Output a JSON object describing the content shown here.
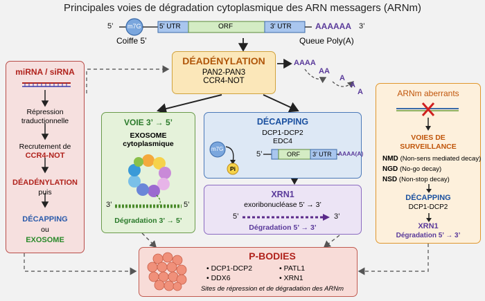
{
  "title": "Principales voies de dégradation cytoplasmique des ARN messagers (ARNm)",
  "mrna": {
    "five_prime": "5’",
    "cap": "m7G",
    "utr5": "5’ UTR",
    "orf": "ORF",
    "utr3": "3’ UTR",
    "polya": "AAAAAA",
    "three_prime": "3’",
    "cap_label": "Coiffe 5’",
    "polya_label": "Queue Poly(A)"
  },
  "deadenylation": {
    "title": "DÉADÉNYLATION",
    "line1": "PAN2-PAN3",
    "line2": "CCR4-NOT",
    "tail1": "AAAA",
    "tail2": "AA",
    "tail3": "A",
    "tail4": "A",
    "tail5": "A"
  },
  "mirna": {
    "title": "miRNA / siRNA",
    "step1": "Répression",
    "step1b": "traductionnelle",
    "step2": "Recrutement de",
    "step2b": "CCR4-NOT",
    "step3": "DÉADÉNYLATION",
    "step3b": "puis",
    "step4": "DÉCAPPING",
    "step4b": "ou",
    "step5": "EXOSOME"
  },
  "voie35": {
    "title": "VOIE 3’ → 5’",
    "sub1": "EXOSOME",
    "sub2": "cytoplasmique",
    "end3": "3’",
    "end5": "5’",
    "result": "Dégradation 3’ → 5’"
  },
  "decapping": {
    "title": "DÉCAPPING",
    "line1": "DCP1-DCP2",
    "line2": "EDC4",
    "cap": "m7G",
    "pi": "Pi",
    "five": "5’",
    "orf": "ORF",
    "utr3": "3’ UTR",
    "tail": "AAAA(A)"
  },
  "xrn1": {
    "title": "XRN1",
    "sub": "exoribonucléase 5’ → 3’",
    "five": "5’",
    "three": "3’",
    "result": "Dégradation 5’ → 3’"
  },
  "aberrant": {
    "title": "ARNm aberrants",
    "surv1": "VOIES DE",
    "surv2": "SURVEILLANCE",
    "nmd": "NMD",
    "nmd_d": "(Non-sens mediated decay)",
    "ngd": "NGD",
    "ngd_d": "(No-go decay)",
    "nsd": "NSD",
    "nsd_d": "(Non-stop decay)",
    "decap": "DÉCAPPING",
    "decap_sub": "DCP1-DCP2",
    "xrn": "XRN1",
    "xrn_sub": "Dégradation 5’ → 3’"
  },
  "pbodies": {
    "title": "P-BODIES",
    "i1": "DCP1-DCP2",
    "i2": "DDX6",
    "i3": "PATL1",
    "i4": "XRN1",
    "caption": "Sites de répression et de dégradation des ARNm"
  }
}
